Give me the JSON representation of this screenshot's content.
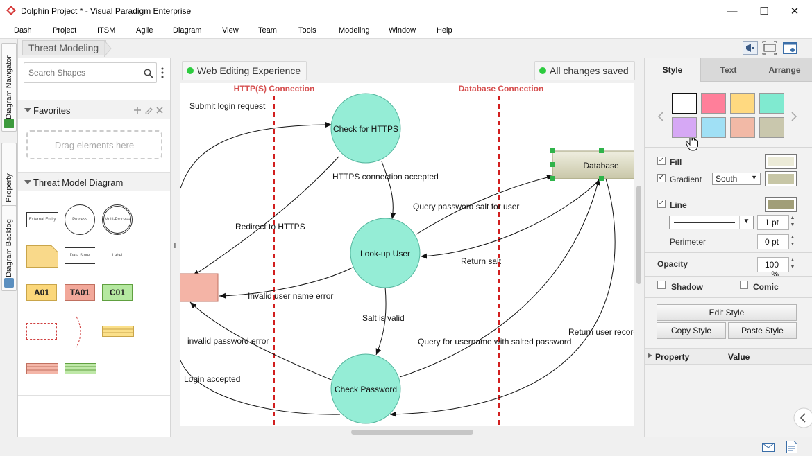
{
  "window": {
    "title": "Dolphin Project * - Visual Paradigm Enterprise",
    "minimize": "—",
    "maximize": "☐",
    "close": "✕"
  },
  "menu": [
    "Dash",
    "Project",
    "ITSM",
    "Agile",
    "Diagram",
    "View",
    "Team",
    "Tools",
    "Modeling",
    "Window",
    "Help"
  ],
  "breadcrumb": "Threat Modeling",
  "left_tabs": [
    "Diagram Navigator",
    "Property",
    "Diagram Backlog"
  ],
  "shapes_panel": {
    "search_placeholder": "Search Shapes",
    "favorites_title": "Favorites",
    "drag_hint": "Drag elements here",
    "diagram_title": "Threat Model Diagram",
    "stencils": {
      "external": "External Entity",
      "process": "Process",
      "multi": "Multi-Process",
      "datastore_label": "Data Store",
      "label": "Label",
      "a01": "A01",
      "ta01": "TA01",
      "c01": "C01"
    }
  },
  "canvas_header": {
    "web_editing": "Web Editing Experience",
    "saved": "All changes saved"
  },
  "diagram": {
    "boundaries": [
      "HTTP(S) Connection",
      "Database Connection"
    ],
    "nodes": {
      "check_https": "Check for HTTPS",
      "lookup_user": "Look-up User",
      "check_password": "Check Password",
      "database": "Database"
    },
    "flows": {
      "submit": "Submit login request",
      "https_ok": "HTTPS connection accepted",
      "redirect": "Redirect to HTTPS",
      "query_salt": "Query password salt for user",
      "return_salt": "Return salt",
      "invalid_user": "Invalid user name error",
      "salt_valid": "Salt is valid",
      "invalid_pwd": "invalid password error",
      "query_user": "Query for username with salted password",
      "return_record": "Return user record",
      "login_ok": "Login accepted"
    }
  },
  "right_panel": {
    "tabs": [
      "Style",
      "Text",
      "Arrange"
    ],
    "swatch_colors": [
      "#ffffff",
      "#ff7f9a",
      "#ffd980",
      "#80ead0",
      "#d6a8f5",
      "#a0e0f5",
      "#f2b9a6",
      "#c9c7ad"
    ],
    "fill_label": "Fill",
    "fill_color": "#ecebd8",
    "gradient_label": "Gradient",
    "gradient_value": "South",
    "gradient_color": "#c7c6a6",
    "line_label": "Line",
    "line_color": "#a19e78",
    "line_width": "1 pt",
    "perimeter_label": "Perimeter",
    "perimeter_value": "0 pt",
    "opacity_label": "Opacity",
    "opacity_value": "100 %",
    "shadow_label": "Shadow",
    "comic_label": "Comic",
    "edit_style": "Edit Style",
    "copy_style": "Copy Style",
    "paste_style": "Paste Style",
    "property_col": "Property",
    "value_col": "Value"
  },
  "icons": {
    "app": "diamond-logo-icon",
    "search": "magnifier-icon",
    "more": "vertical-dots-icon",
    "add": "plus-icon",
    "edit": "pencil-icon",
    "clear": "x-icon",
    "prev": "chevron-left-icon",
    "next": "chevron-right-icon",
    "collapse": "chevron-left-circle-icon",
    "mail": "envelope-icon",
    "doc": "document-icon"
  }
}
